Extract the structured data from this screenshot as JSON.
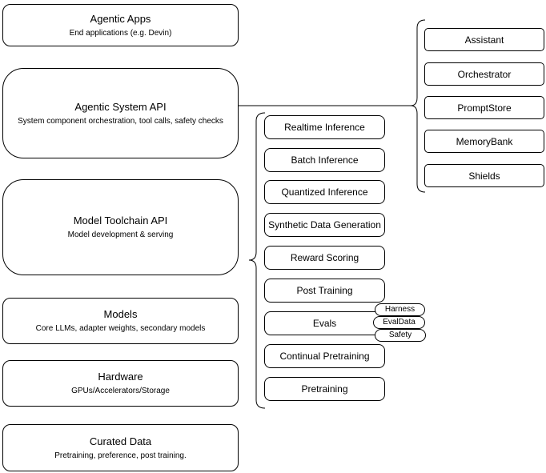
{
  "colors": {
    "stroke": "#000000",
    "fill": "#ffffff",
    "text": "#000000"
  },
  "stack": {
    "layers": [
      {
        "title": "Agentic Apps",
        "subtitle": "End applications (e.g. Devin)"
      },
      {
        "title": "Agentic System API",
        "subtitle": "System component orchestration, tool calls, safety checks"
      },
      {
        "title": "Model Toolchain API",
        "subtitle": "Model development & serving"
      },
      {
        "title": "Models",
        "subtitle": "Core LLMs, adapter weights, secondary models"
      },
      {
        "title": "Hardware",
        "subtitle": "GPUs/Accelerators/Storage"
      },
      {
        "title": "Curated Data",
        "subtitle": "Pretraining, preference, post training."
      }
    ]
  },
  "toolchain": {
    "items": [
      "Realtime Inference",
      "Batch Inference",
      "Quantized Inference",
      "Synthetic Data Generation",
      "Reward Scoring",
      "Post Training",
      "Evals",
      "Continual Pretraining",
      "Pretraining"
    ],
    "eval_tags": [
      "Harness",
      "EvalData",
      "Safety"
    ]
  },
  "system_components": {
    "items": [
      "Assistant",
      "Orchestrator",
      "PromptStore",
      "MemoryBank",
      "Shields"
    ]
  }
}
